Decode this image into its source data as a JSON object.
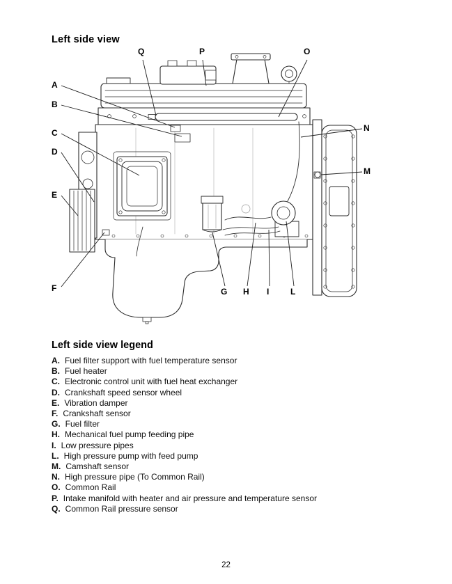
{
  "page": {
    "title": "Left side view",
    "number": "22"
  },
  "diagram": {
    "description": "Engine left side view technical line drawing with lettered callouts",
    "callouts": {
      "A": "A",
      "B": "B",
      "C": "C",
      "D": "D",
      "E": "E",
      "F": "F",
      "G": "G",
      "H": "H",
      "I": "I",
      "L": "L",
      "M": "M",
      "N": "N",
      "O": "O",
      "P": "P",
      "Q": "Q"
    }
  },
  "legend": {
    "title": "Left side view legend",
    "items": [
      {
        "letter": "A.",
        "text": "Fuel filter support with fuel temperature sensor"
      },
      {
        "letter": "B.",
        "text": "Fuel heater"
      },
      {
        "letter": "C.",
        "text": "Electronic control unit with fuel heat exchanger"
      },
      {
        "letter": "D.",
        "text": "Crankshaft speed sensor wheel"
      },
      {
        "letter": "E.",
        "text": "Vibration damper"
      },
      {
        "letter": "F.",
        "text": "Crankshaft sensor"
      },
      {
        "letter": "G.",
        "text": "Fuel filter"
      },
      {
        "letter": "H.",
        "text": "Mechanical fuel pump feeding pipe"
      },
      {
        "letter": "I.",
        "text": "Low pressure pipes"
      },
      {
        "letter": "L.",
        "text": "High pressure pump with feed pump"
      },
      {
        "letter": "M.",
        "text": "Camshaft sensor"
      },
      {
        "letter": "N.",
        "text": "High pressure pipe (To Common Rail)"
      },
      {
        "letter": "O.",
        "text": "Common Rail"
      },
      {
        "letter": "P.",
        "text": "Intake manifold with heater and air pressure and temperature sensor"
      },
      {
        "letter": "Q.",
        "text": "Common Rail pressure sensor"
      }
    ]
  }
}
